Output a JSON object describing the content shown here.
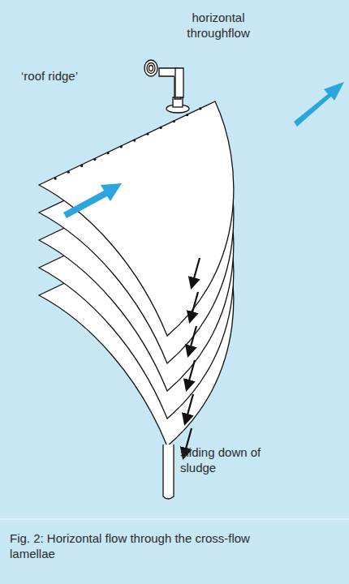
{
  "diagram": {
    "caption": "Fig. 2: Horizontal flow through the cross-flow lamellae",
    "labels": [
      "horizontal throughflow",
      "‘roof ridge’",
      "sliding down of sludge"
    ]
  }
}
